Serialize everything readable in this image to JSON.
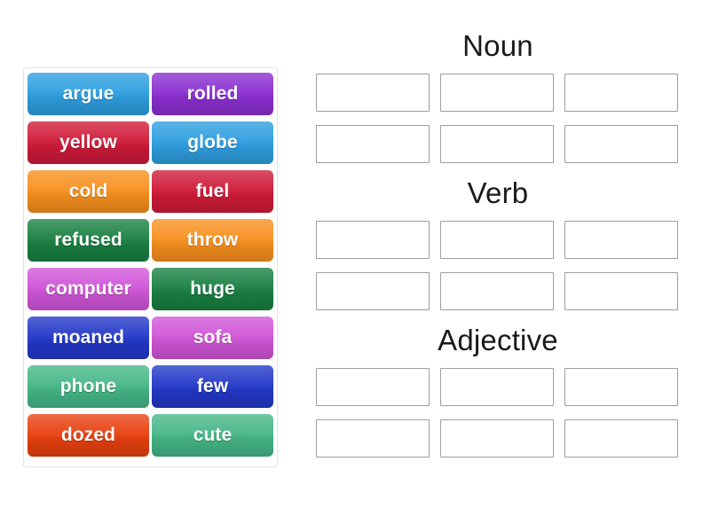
{
  "activity": {
    "type": "word-sort-drag-and-drop",
    "background_color": "#ffffff"
  },
  "tile_panel": {
    "border_color": "#dfe4ea",
    "tiles": [
      {
        "label": "argue",
        "color": "#2e9fe0",
        "column": "left",
        "row": 1
      },
      {
        "label": "rolled",
        "color": "#8b2fd0",
        "column": "right",
        "row": 1
      },
      {
        "label": "yellow",
        "color": "#cf1a38",
        "column": "left",
        "row": 2
      },
      {
        "label": "globe",
        "color": "#2e9fe0",
        "column": "right",
        "row": 2
      },
      {
        "label": "cold",
        "color": "#f7901e",
        "column": "left",
        "row": 3
      },
      {
        "label": "fuel",
        "color": "#cf1a38",
        "column": "right",
        "row": 3
      },
      {
        "label": "refused",
        "color": "#198041",
        "column": "left",
        "row": 4
      },
      {
        "label": "throw",
        "color": "#f7901e",
        "column": "right",
        "row": 4
      },
      {
        "label": "computer",
        "color": "#d055d8",
        "column": "left",
        "row": 5
      },
      {
        "label": "huge",
        "color": "#198041",
        "column": "right",
        "row": 5
      },
      {
        "label": "moaned",
        "color": "#2338c8",
        "column": "left",
        "row": 6
      },
      {
        "label": "sofa",
        "color": "#d055d8",
        "column": "right",
        "row": 6
      },
      {
        "label": "phone",
        "color": "#45b787",
        "column": "left",
        "row": 7
      },
      {
        "label": "few",
        "color": "#2338c8",
        "column": "right",
        "row": 7
      },
      {
        "label": "dozed",
        "color": "#e8400f",
        "column": "left",
        "row": 8
      },
      {
        "label": "cute",
        "color": "#45b787",
        "column": "right",
        "row": 8
      }
    ]
  },
  "categories": [
    {
      "id": "noun",
      "title": "Noun",
      "slot_count": 6,
      "slots": [
        "",
        "",
        "",
        "",
        "",
        ""
      ]
    },
    {
      "id": "verb",
      "title": "Verb",
      "slot_count": 6,
      "slots": [
        "",
        "",
        "",
        "",
        "",
        ""
      ]
    },
    {
      "id": "adjective",
      "title": "Adjective",
      "slot_count": 6,
      "slots": [
        "",
        "",
        "",
        "",
        "",
        ""
      ]
    }
  ],
  "slot_style": {
    "border_color": "#9e9e9e",
    "fill_color": "#ffffff"
  }
}
